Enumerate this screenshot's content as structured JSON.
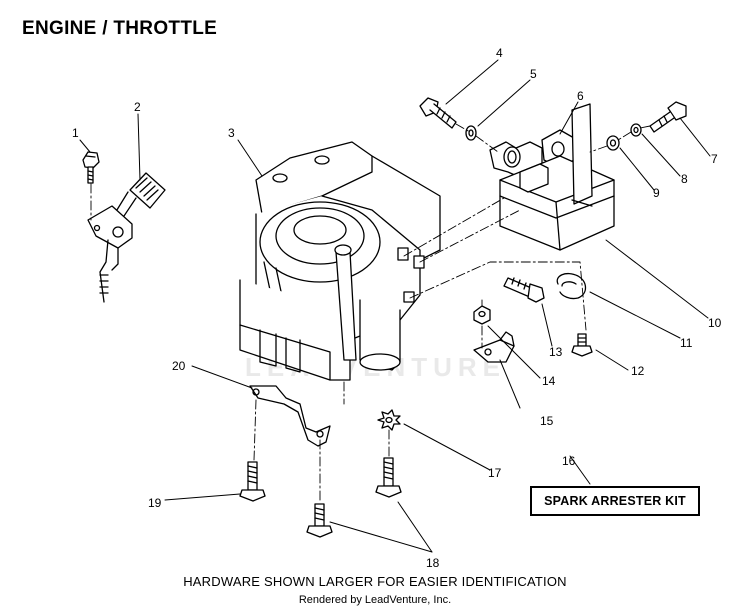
{
  "title": "ENGINE / THROTTLE",
  "callouts": [
    {
      "id": "1",
      "label": "1"
    },
    {
      "id": "2",
      "label": "2"
    },
    {
      "id": "3",
      "label": "3"
    },
    {
      "id": "4",
      "label": "4"
    },
    {
      "id": "5",
      "label": "5"
    },
    {
      "id": "6",
      "label": "6"
    },
    {
      "id": "7",
      "label": "7"
    },
    {
      "id": "8",
      "label": "8"
    },
    {
      "id": "9",
      "label": "9"
    },
    {
      "id": "10",
      "label": "10"
    },
    {
      "id": "11",
      "label": "11"
    },
    {
      "id": "12",
      "label": "12"
    },
    {
      "id": "13",
      "label": "13"
    },
    {
      "id": "14",
      "label": "14"
    },
    {
      "id": "15",
      "label": "15"
    },
    {
      "id": "16",
      "label": "16"
    },
    {
      "id": "17",
      "label": "17"
    },
    {
      "id": "18",
      "label": "18"
    },
    {
      "id": "19",
      "label": "19"
    },
    {
      "id": "20",
      "label": "20"
    }
  ],
  "kit_label": "SPARK ARRESTER KIT",
  "footer_note": "HARDWARE SHOWN LARGER FOR EASIER IDENTIFICATION",
  "footer_credit": "Rendered by LeadVenture, Inc.",
  "watermark": "LEADVENTURE"
}
